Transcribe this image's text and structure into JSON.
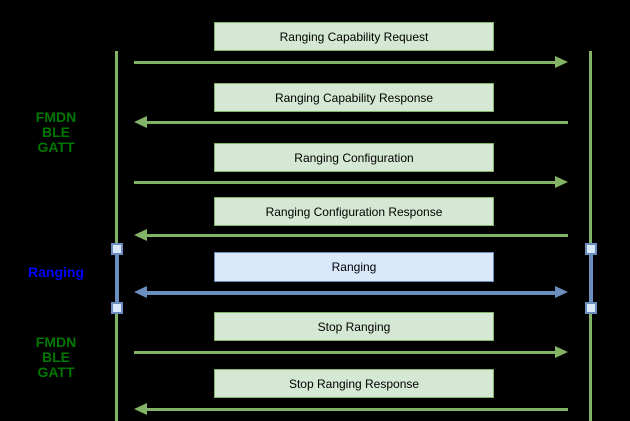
{
  "diagram_type": "sequence-protocol-flow",
  "colors": {
    "background": "#000000",
    "green_stroke": "#82b366",
    "green_fill": "#d5e8d4",
    "blue_stroke": "#6c8ebf",
    "blue_fill": "#dae8fc",
    "phase_label_green": "#007700",
    "phase_label_blue": "#0000ff",
    "box_text": "#000000"
  },
  "side_labels": {
    "phase1": {
      "text": "FMDN\nBLE\nGATT"
    },
    "phase2": {
      "text": "Ranging"
    },
    "phase3": {
      "text": "FMDN\nBLE\nGATT"
    }
  },
  "messages": [
    {
      "label": "Ranging Capability Request",
      "direction": "right",
      "style": "green"
    },
    {
      "label": "Ranging Capability Response",
      "direction": "left",
      "style": "green"
    },
    {
      "label": "Ranging Configuration",
      "direction": "right",
      "style": "green"
    },
    {
      "label": "Ranging Configuration Response",
      "direction": "left",
      "style": "green"
    },
    {
      "label": "Ranging",
      "direction": "both",
      "style": "blue"
    },
    {
      "label": "Stop Ranging",
      "direction": "right",
      "style": "green"
    },
    {
      "label": "Stop Ranging Response",
      "direction": "left",
      "style": "green"
    }
  ]
}
